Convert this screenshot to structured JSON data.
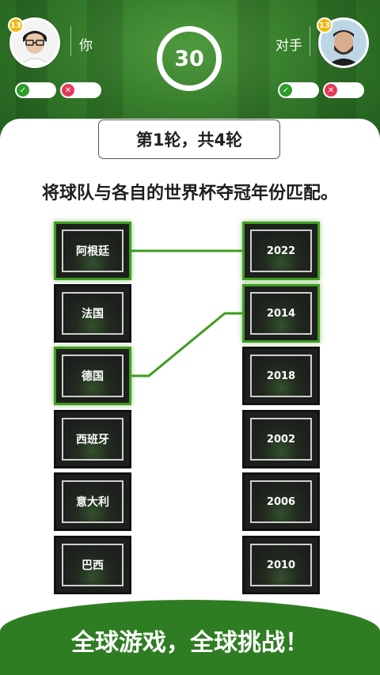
{
  "players": {
    "me": {
      "level": "13",
      "name": "你"
    },
    "opponent": {
      "level": "13",
      "name": "对手"
    }
  },
  "timer": "30",
  "round": "第1轮，共4轮",
  "instruction": "将球队与各自的世界杯夺冠年份匹配。",
  "teams": [
    "阿根廷",
    "法国",
    "德国",
    "西班牙",
    "意大利",
    "巴西"
  ],
  "years": [
    "2022",
    "2014",
    "2018",
    "2002",
    "2006",
    "2010"
  ],
  "matches": [
    [
      0,
      0
    ],
    [
      2,
      1
    ]
  ],
  "footer": "全球游戏，全球挑战！",
  "colors": {
    "accent": "#3f9c1f",
    "correct": "#2e9d2a",
    "wrong": "#e5395a",
    "header": "#347a2a"
  }
}
